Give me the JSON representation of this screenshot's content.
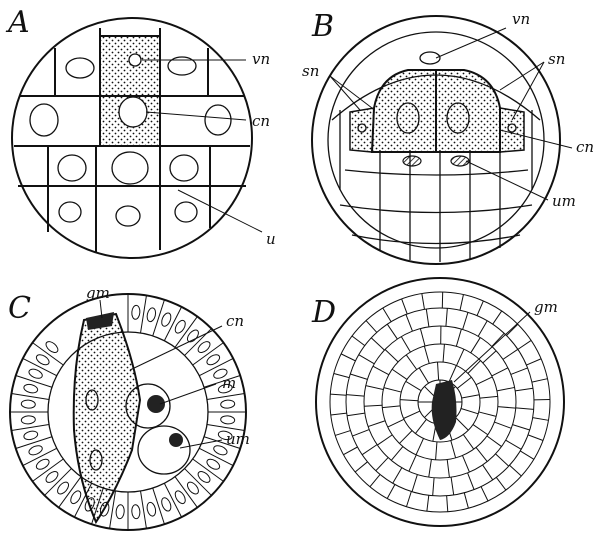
{
  "panels": {
    "a": {
      "letter": "A",
      "labels": [
        "vn",
        "cn",
        "u"
      ]
    },
    "b": {
      "letter": "B",
      "labels": [
        "vn",
        "sn",
        "sn",
        "cn",
        "um"
      ]
    },
    "c": {
      "letter": "C",
      "labels": [
        "gm",
        "cn",
        "m",
        "um"
      ]
    },
    "d": {
      "letter": "D",
      "labels": [
        "gm"
      ]
    }
  },
  "colors": {
    "ink": "#111111",
    "background": "#ffffff",
    "stipple": "#111111"
  }
}
